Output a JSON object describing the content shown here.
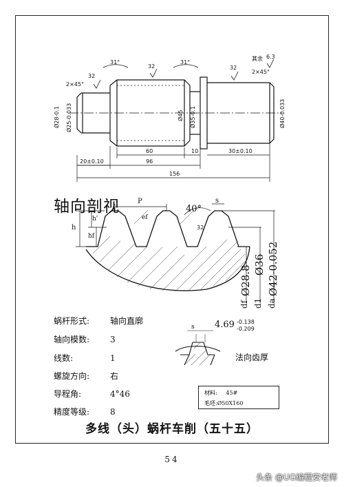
{
  "drawing": {
    "chamfer_left": "2×45°",
    "chamfer_right": "2×45°",
    "rough_32": "32",
    "rough_63": "6.3",
    "rough_other": "其余",
    "angle_31": "31°",
    "dia_28": "Ø28-0.1",
    "dia_25": "Ø25-0.033",
    "dia_45": "Ø45",
    "dia_35": "Ø35-0.1",
    "dia_40": "Ø40-0.033",
    "len_60": "60",
    "len_10": "10",
    "len_20": "20±0.10",
    "len_96": "96",
    "len_30": "30±0.10",
    "len_156": "156"
  },
  "section": {
    "title": "轴向剖视",
    "p_label": "P",
    "angle_40": "40°",
    "s_label": "s",
    "h_label": "h",
    "h_prime_label": "h'",
    "hf_label": "hf",
    "ef_label": "ef",
    "rough_32": "32",
    "d_28": "Ø28.8",
    "d_36": "Ø36",
    "d_42": "Ø42-0.052",
    "df": "df",
    "d1": "d1",
    "da": "da"
  },
  "specs": [
    {
      "key": "蜗杆形式:",
      "value": "轴向直廓"
    },
    {
      "key": "轴向模数:",
      "value": "3"
    },
    {
      "key": "线数:",
      "value": "1"
    },
    {
      "key": "螺旋方向:",
      "value": "右"
    },
    {
      "key": "导程角:",
      "value": "4°46"
    },
    {
      "key": "精度等级:",
      "value": "8"
    }
  ],
  "normal_section": {
    "dim": "4.69",
    "tol_upper": "-0.138",
    "tol_lower": "-0.209",
    "s_label": "s",
    "label": "法向齿厚"
  },
  "material_box": {
    "material_label": "材料:",
    "material_value": "45#",
    "blank_label": "毛坯:",
    "blank_value": "Ø50X160"
  },
  "title": "多线（头）蜗杆车削（五十五）",
  "page_number": "54",
  "watermark": "头条 @UG编程安老师"
}
